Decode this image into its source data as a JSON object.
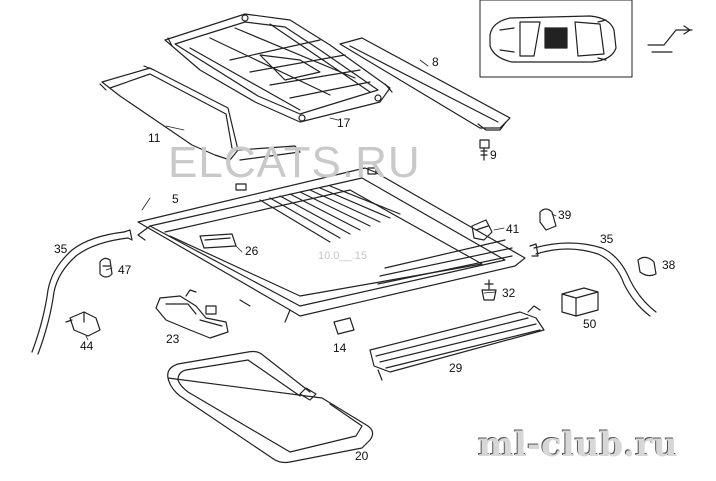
{
  "watermarks": {
    "main": "ELCATS.RU",
    "date": "10.0__.15",
    "club": "ml-club.ru"
  },
  "callouts": {
    "c5": "5",
    "c8": "8",
    "c9": "9",
    "c11": "11",
    "c14": "14",
    "c17": "17",
    "c20": "20",
    "c23": "23",
    "c26": "26",
    "c29": "29",
    "c32": "32",
    "c35a": "35",
    "c35b": "35",
    "c38": "38",
    "c39": "39",
    "c41": "41",
    "c44": "44",
    "c47": "47",
    "c50": "50"
  },
  "inset": {
    "car_icon": "car-top-view-icon",
    "symbol_icon": "raise-tilt-symbol-icon"
  },
  "colors": {
    "line": "#222222",
    "watermark": "#c9c9c9",
    "background": "#ffffff"
  }
}
